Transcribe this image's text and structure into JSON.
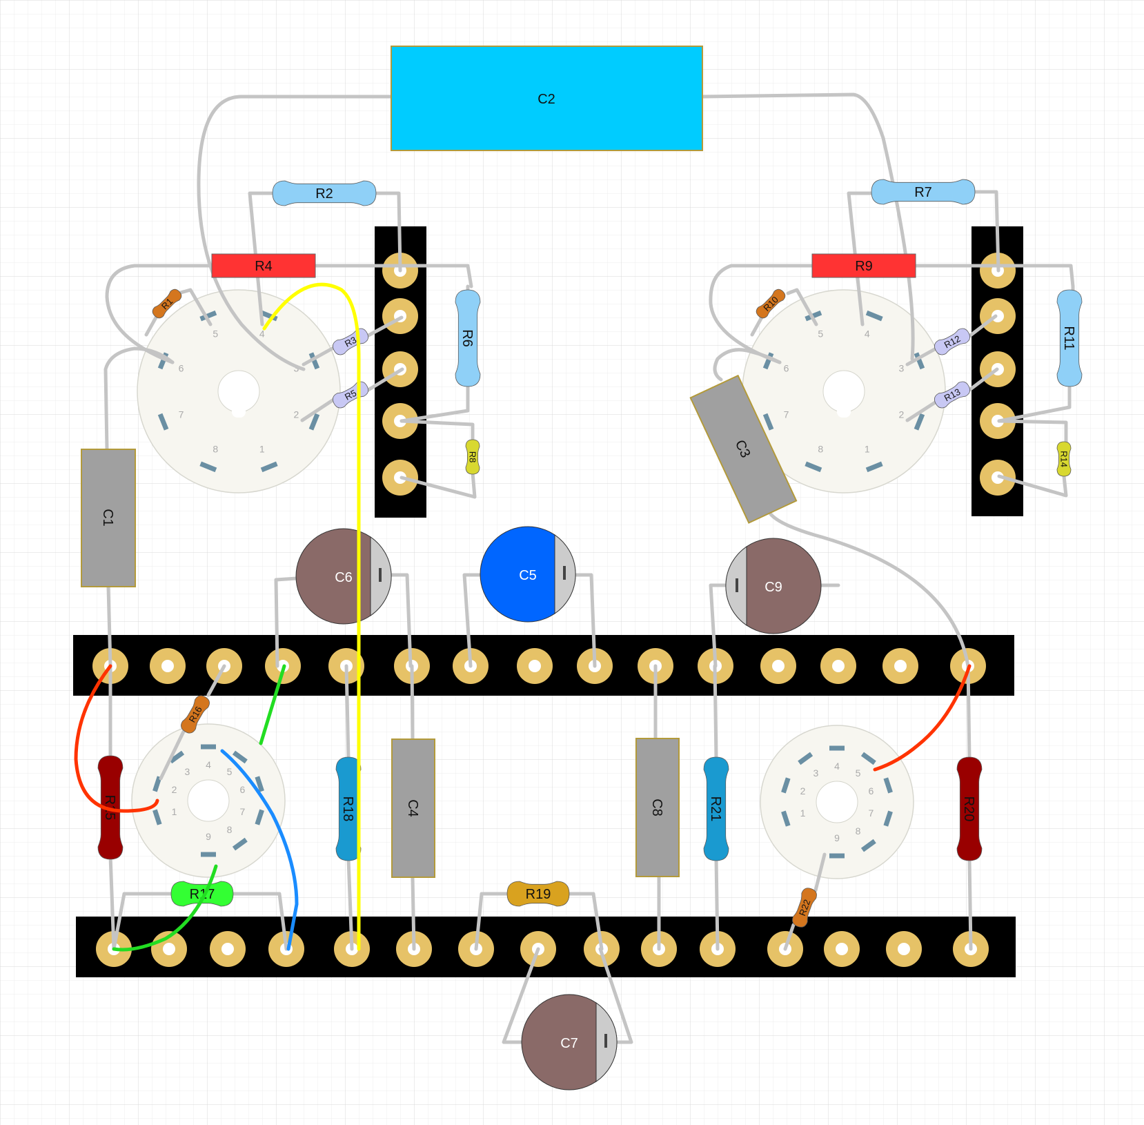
{
  "palette": {
    "grid_minor": "#ececec",
    "grid_major": "#dadada",
    "strip": "#000000",
    "eyelet": "#e6c267",
    "wire": "#c4c4c4",
    "socket": "#f7f6f0",
    "pin": "#6a8fa3"
  },
  "components": {
    "caps": [
      {
        "id": "C1",
        "label": "C1",
        "color": "#a0a0a0",
        "stroke": "#b39a3a"
      },
      {
        "id": "C2",
        "label": "C2",
        "color": "#00ccff",
        "stroke": "#b39a3a"
      },
      {
        "id": "C3",
        "label": "C3",
        "color": "#a0a0a0",
        "stroke": "#b39a3a"
      },
      {
        "id": "C4",
        "label": "C4",
        "color": "#a0a0a0",
        "stroke": "#b39a3a"
      },
      {
        "id": "C8",
        "label": "C8",
        "color": "#a0a0a0",
        "stroke": "#b39a3a"
      }
    ],
    "electrolytics": [
      {
        "id": "C5",
        "label": "C5",
        "color": "#0066ff"
      },
      {
        "id": "C6",
        "label": "C6",
        "color": "#8a6a68"
      },
      {
        "id": "C7",
        "label": "C7",
        "color": "#8a6a68"
      },
      {
        "id": "C9",
        "label": "C9",
        "color": "#8a6a68"
      }
    ],
    "resistors": [
      {
        "id": "R1",
        "label": "R1",
        "color": "#d4761e"
      },
      {
        "id": "R2",
        "label": "R2",
        "color": "#8fd0f7"
      },
      {
        "id": "R3",
        "label": "R3",
        "color": "#c8c8f4"
      },
      {
        "id": "R4",
        "label": "R4",
        "color": "#ff3333"
      },
      {
        "id": "R5",
        "label": "R5",
        "color": "#c8c8f4"
      },
      {
        "id": "R6",
        "label": "R6",
        "color": "#8fd0f7"
      },
      {
        "id": "R7",
        "label": "R7",
        "color": "#8fd0f7"
      },
      {
        "id": "R8",
        "label": "R8",
        "color": "#d8d830"
      },
      {
        "id": "R9",
        "label": "R9",
        "color": "#ff3333"
      },
      {
        "id": "R10",
        "label": "R10",
        "color": "#d4761e"
      },
      {
        "id": "R11",
        "label": "R11",
        "color": "#8fd0f7"
      },
      {
        "id": "R12",
        "label": "R12",
        "color": "#c8c8f4"
      },
      {
        "id": "R13",
        "label": "R13",
        "color": "#c8c8f4"
      },
      {
        "id": "R14",
        "label": "R14",
        "color": "#d8d830"
      },
      {
        "id": "R15",
        "label": "R15",
        "color": "#990000"
      },
      {
        "id": "R16",
        "label": "R16",
        "color": "#d4761e"
      },
      {
        "id": "R17",
        "label": "R17",
        "color": "#33ff33"
      },
      {
        "id": "R18",
        "label": "R18",
        "color": "#1a9ad0"
      },
      {
        "id": "R19",
        "label": "R19",
        "color": "#d9a21f"
      },
      {
        "id": "R20",
        "label": "R20",
        "color": "#990000"
      },
      {
        "id": "R21",
        "label": "R21",
        "color": "#1a9ad0"
      },
      {
        "id": "R22",
        "label": "R22",
        "color": "#d4761e"
      }
    ]
  },
  "sockets": {
    "octal_pins": [
      "1",
      "2",
      "3",
      "4",
      "5",
      "6",
      "7",
      "8"
    ],
    "noval_pins": [
      "1",
      "2",
      "3",
      "4",
      "5",
      "6",
      "7",
      "8",
      "9"
    ]
  },
  "wires": [
    {
      "id": "w-yellow",
      "color": "#ffff00"
    },
    {
      "id": "w-green",
      "color": "#22dd22"
    },
    {
      "id": "w-blue",
      "color": "#1a8cff"
    },
    {
      "id": "w-red-left",
      "color": "#ff3300"
    },
    {
      "id": "w-red-right",
      "color": "#ff3300"
    }
  ]
}
